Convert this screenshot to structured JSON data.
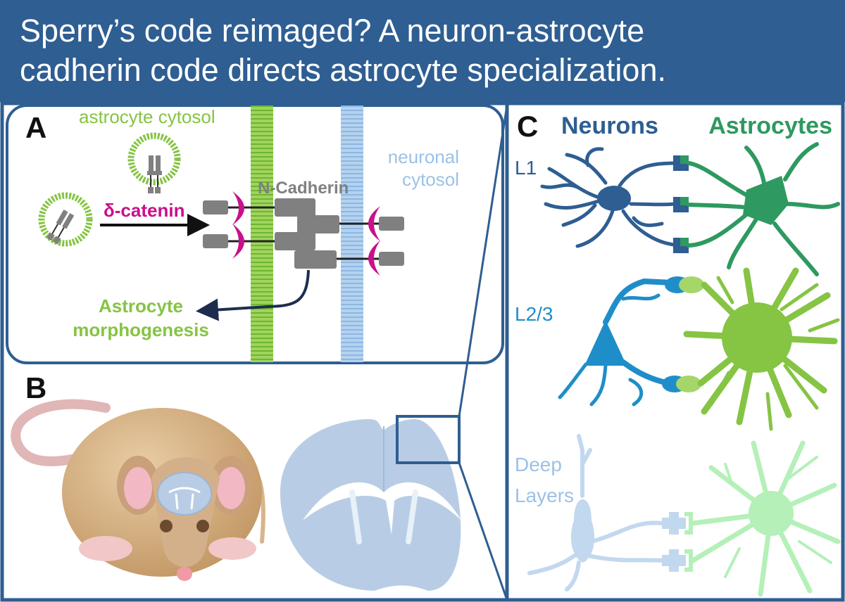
{
  "header": {
    "title_line_1": "Sperry’s code reimaged? A neuron-astrocyte",
    "title_line_2": "cadherin code directs astrocyte specialization."
  },
  "panel_a": {
    "letter": "A",
    "astrocyte_cytosol": "astrocyte cytosol",
    "neuronal_cytosol_1": "neuronal",
    "neuronal_cytosol_2": "cytosol",
    "n_cadherin": "N-Cadherin",
    "delta_catenin": "δ-catenin",
    "morphogenesis_1": "Astrocyte",
    "morphogenesis_2": "morphogenesis"
  },
  "panel_b": {
    "letter": "B"
  },
  "panel_c": {
    "letter": "C",
    "neurons_heading": "Neurons",
    "astrocytes_heading": "Astrocytes",
    "layer_1": "L1",
    "layer_2_3": "L2/3",
    "deep_layers_1": "Deep",
    "deep_layers_2": "Layers"
  },
  "colors": {
    "background": "#2e5e92",
    "astrocyte_green": "#86c444",
    "astrocyte_dark_green": "#2e9960",
    "neuron_blue": "#2e5e92",
    "neuron_light_blue": "#9cc2e6",
    "catenin_magenta": "#c8118a",
    "cadherin_grey": "#808080"
  }
}
